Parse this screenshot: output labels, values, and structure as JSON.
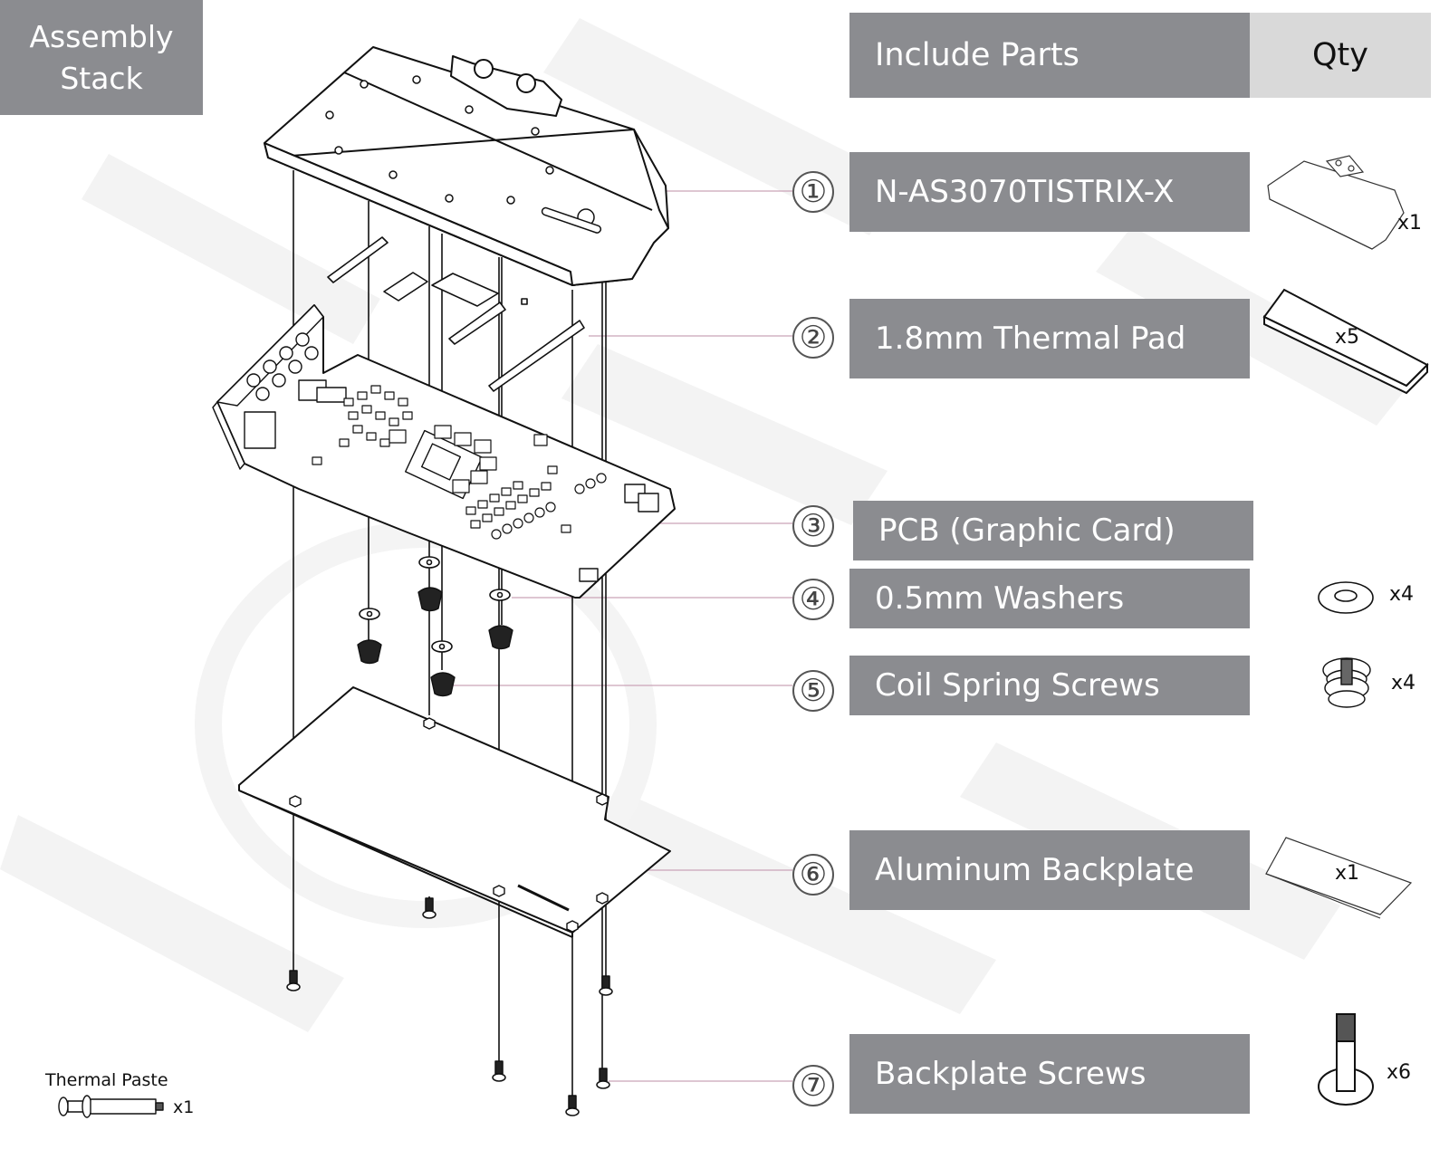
{
  "title": "Assembly Stack",
  "title_lines": [
    "Assembly",
    "Stack"
  ],
  "table": {
    "header_parts": "Include Parts",
    "header_qty": "Qty"
  },
  "parts": [
    {
      "number": "①",
      "name": "N-AS3070TISTRIX-X",
      "qty": "x1",
      "icon": "waterblock-icon"
    },
    {
      "number": "②",
      "name": "1.8mm Thermal Pad",
      "qty": "x5",
      "icon": "thermal-pad-icon"
    },
    {
      "number": "③",
      "name": "PCB (Graphic Card)",
      "qty": "",
      "icon": ""
    },
    {
      "number": "④",
      "name": "0.5mm Washers",
      "qty": "x4",
      "icon": "washer-icon"
    },
    {
      "number": "⑤",
      "name": "Coil Spring Screws",
      "qty": "x4",
      "icon": "coil-spring-screw-icon"
    },
    {
      "number": "⑥",
      "name": "Aluminum Backplate",
      "qty": "x1",
      "icon": "backplate-icon"
    },
    {
      "number": "⑦",
      "name": "Backplate Screws",
      "qty": "x6",
      "icon": "screw-icon"
    }
  ],
  "accessory": {
    "name": "Thermal Paste",
    "qty": "x1",
    "icon": "syringe-icon"
  },
  "colors": {
    "label_bg": "#8b8c90",
    "qty_header_bg": "#d9d9d9",
    "leader_line": "#c9a3b8",
    "line_art": "#111111"
  }
}
